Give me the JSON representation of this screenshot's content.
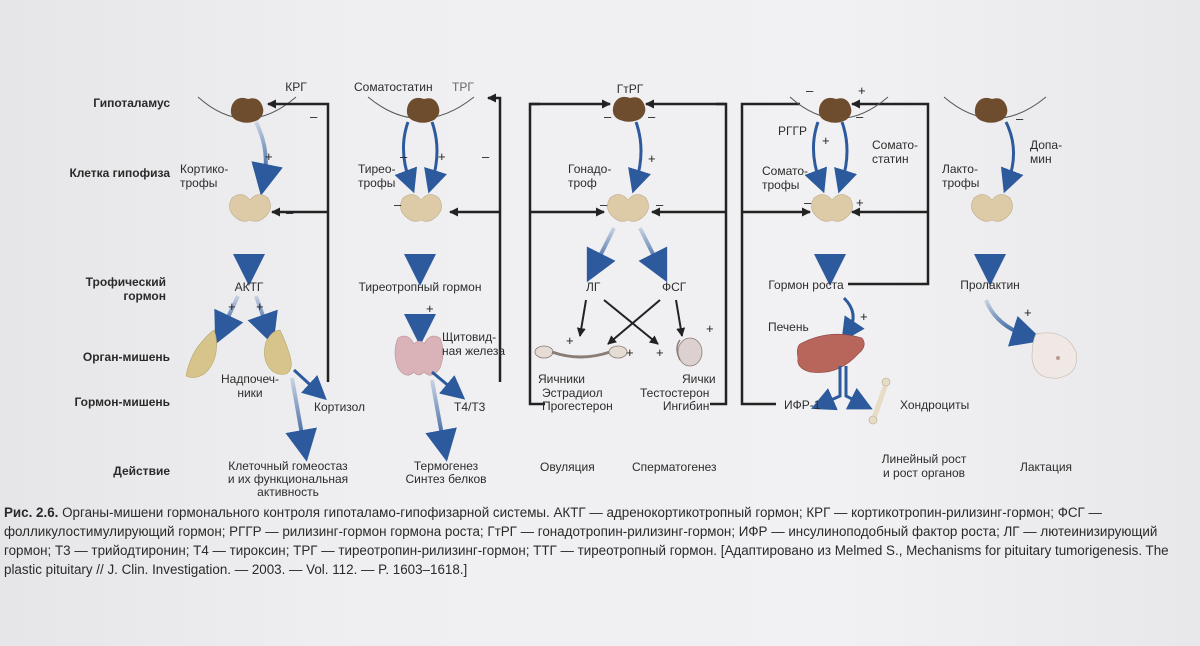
{
  "rows": {
    "hypothalamus": "Гипоталамус",
    "pituitary_cell": "Клетка гипофиза",
    "trophic_hormone": "Трофический гормон",
    "target_organ": "Орган-мишень",
    "target_hormone": "Гормон-мишень",
    "action": "Действие"
  },
  "col1": {
    "releasing": "КРГ",
    "cell": "Кортико-\nтрофы",
    "hormone": "АКТГ",
    "organ": "Надпочеч-\nники",
    "target_hormone": "Кортизол",
    "action": "Клеточный гомеостаз\nи их функциональная\nактивность"
  },
  "col2": {
    "inhibitor": "Соматостатин",
    "releasing": "ТРГ",
    "cell": "Тирео-\nтрофы",
    "hormone": "Тиреотропный гормон",
    "organ": "Щитовид-\nная железа",
    "target_hormone": "T4/T3",
    "action": "Термогенез\nСинтез белков"
  },
  "col3": {
    "releasing": "ГтРГ",
    "cell": "Гонадо-\nтроф",
    "lh": "ЛГ",
    "fsh": "ФСГ",
    "organ_left": "Яичники",
    "organ_right": "Яички",
    "hormones_left": "Эстрадиол\nПрогестерон",
    "hormones_right": "Тестостерон\nИнгибин",
    "action_left": "Овуляция",
    "action_right": "Сперматогенез"
  },
  "col4": {
    "releasing": "РГГР",
    "inhibitor": "Сомато-\nстатин",
    "cell": "Сомато-\nтрофы",
    "hormone": "Гормон роста",
    "organ": "Печень",
    "target_hormone": "ИФР-1",
    "cartilage": "Хондроциты",
    "action": "Линейный рост\nи рост органов"
  },
  "col5": {
    "cell": "Лакто-\nтрофы",
    "inhibitor": "Допа-\nмин",
    "hormone": "Пролактин",
    "action": "Лактация"
  },
  "signs": {
    "plus": "+",
    "minus": "–"
  },
  "caption": {
    "label": "Рис. 2.6.",
    "text": "Органы-мишени гормонального контроля гипоталамо-гипофизарной системы. АКТГ — адренокортикотропный гормон; КРГ — кортикотропин-рилизинг-гормон; ФСГ — фолликулостимулирующий гормон; РГГР — рилизинг-гормон гормона роста; ГтРГ — гонадотропин-рилизинг-гормон; ИФР — инсулиноподобный фактор роста; ЛГ — лютеинизирующий гормон; T3 — трийодтиронин; T4 — тироксин; ТРГ — тиреотропин-рилизинг-гормон; ТТГ — тиреотропный гормон. [Адаптировано из Melmed S., Mechanisms for pituitary tumorigenesis. The plastic pituitary // J. Clin. Investigation. — 2003. — Vol. 112. — P. 1603–1618.]"
  },
  "colors": {
    "arrow_blue": "#2d5a9c",
    "hypothalamus_brown": "#6e4c2e",
    "gland_beige": "#dccba6",
    "adrenal": "#d6c48a",
    "thyroid": "#d9b3b8",
    "liver": "#b8655c",
    "breast": "#f0e8e4"
  }
}
